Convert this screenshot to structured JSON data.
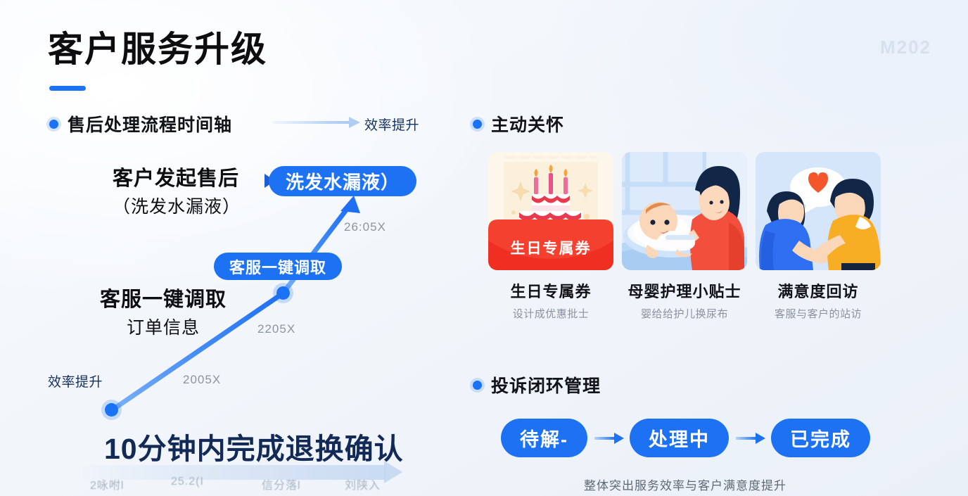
{
  "watermark": "M202",
  "header": {
    "title": "客户服务升级"
  },
  "sections": {
    "timeline": {
      "label": "售后处理流程时间轴"
    },
    "care": {
      "label": "主动关怀"
    },
    "complaint": {
      "label": "投诉闭环管理"
    }
  },
  "timeline": {
    "efficiency_arrow_label": "效率提升",
    "left_axis_label": "效率提升",
    "pill_top": "洗发水漏液）",
    "pill_mid": "客服一键调取",
    "stage_1": {
      "main": "客户发起售后",
      "sub": "（洗发水漏液）"
    },
    "stage_2": {
      "main": "客服一键调取",
      "sub": "订单信息"
    },
    "metrics": [
      "26:05X",
      "2205X",
      "2005X"
    ],
    "kpi": "10分钟内完成退换确认",
    "axis_ticks": [
      "2咏咐l",
      "25.2(I",
      "信分落l",
      "刘陕入"
    ]
  },
  "care_cards": [
    {
      "art": "birthday-coupon-cake",
      "badge": "生日专属券",
      "title": "生日专属券",
      "subtitle": "设计成优惠批士"
    },
    {
      "art": "mother-and-baby",
      "badge": "",
      "title": "母婴护理小贴士",
      "subtitle": "婴给给护儿换尿布"
    },
    {
      "art": "two-people-heart",
      "badge": "",
      "title": "满意度回访",
      "subtitle": "客服与客户的站访"
    }
  ],
  "complaint_flow": {
    "steps": [
      "待解-",
      "处理中",
      "已完成"
    ],
    "caption": "整体突出服务效率与客户满意度提升"
  },
  "colors": {
    "accent": "#1a73f5",
    "pill": "#1c72f2",
    "navy": "#122a55",
    "muted": "#8d949f",
    "red": "#f4442e",
    "yellow": "#f7b32b"
  }
}
